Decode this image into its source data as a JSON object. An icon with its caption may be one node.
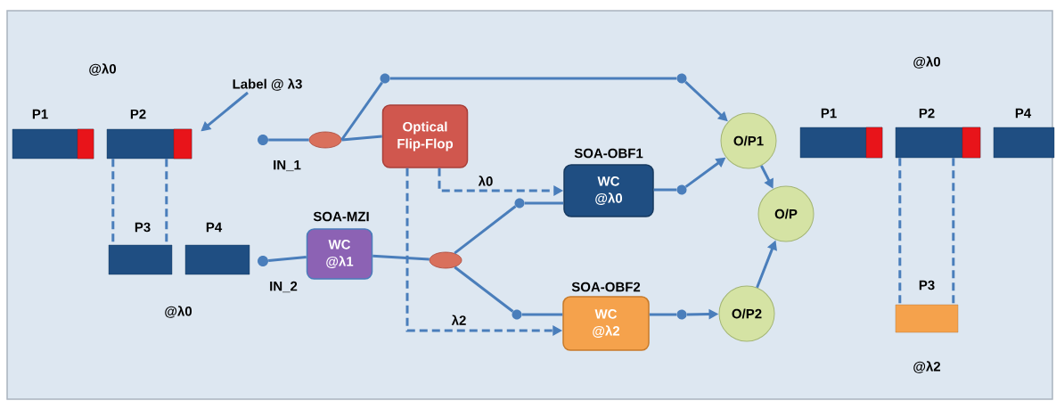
{
  "diagram": {
    "nodes": [
      {
        "text": [
          "P1"
        ]
      },
      {
        "text": [
          "P2"
        ]
      },
      {
        "text": [
          "P3"
        ]
      },
      {
        "text": [
          "P4"
        ]
      },
      {
        "text": [
          "Label @ λ3"
        ]
      },
      {
        "text": [],
        "shape": "circle",
        "beside": [
          "IN_1"
        ]
      },
      {
        "text": [],
        "shape": "ellipse"
      },
      {
        "text": [],
        "shape": "circle"
      },
      {
        "text": [
          "Optical Flip-Flop"
        ]
      },
      {
        "text": [],
        "shape": "circle",
        "beside": [
          "IN_2"
        ]
      },
      {
        "text": [
          "SOA-MZI",
          "WC @λ1"
        ]
      },
      {
        "text": [],
        "shape": "ellipse"
      },
      {
        "text": [],
        "shape": "circle"
      },
      {
        "text": [],
        "shape": "circle"
      },
      {
        "text": [
          "SOA-OBF1",
          "WC @λ0"
        ]
      },
      {
        "text": [
          "SOA-OBF2",
          "WC @λ2"
        ]
      },
      {
        "text": [],
        "shape": "circle"
      },
      {
        "text": [],
        "shape": "circle"
      },
      {
        "text": [],
        "shape": "circle"
      },
      {
        "text": [
          "O/P1"
        ]
      },
      {
        "text": [
          "O/P"
        ]
      },
      {
        "text": [
          "O/P2"
        ]
      },
      {
        "text": [
          "P1"
        ]
      },
      {
        "text": [
          "P2"
        ]
      },
      {
        "text": [
          "P4"
        ]
      },
      {
        "text": [
          "P3"
        ]
      }
    ],
    "edges": [
      {
        "from": 4,
        "to": 1,
        "arrow": "to"
      },
      {
        "from": 5,
        "to": 6,
        "arrow": "none"
      },
      {
        "from": 6,
        "to": 7,
        "arrow": "none"
      },
      {
        "from": 6,
        "to": 8,
        "arrow": "none"
      },
      {
        "from": 7,
        "to": 16,
        "arrow": "none"
      },
      {
        "from": 16,
        "to": 19,
        "arrow": "to"
      },
      {
        "from": 8,
        "to": 14,
        "arrow": "to",
        "style": "dashed",
        "label": "λ0"
      },
      {
        "from": 8,
        "to": 15,
        "arrow": "to",
        "style": "dashed",
        "label": "λ2"
      },
      {
        "from": 9,
        "to": 10,
        "arrow": "none"
      },
      {
        "from": 10,
        "to": 11,
        "arrow": "none"
      },
      {
        "from": 11,
        "to": 12,
        "arrow": "none"
      },
      {
        "from": 11,
        "to": 13,
        "arrow": "none"
      },
      {
        "from": 12,
        "to": 14,
        "arrow": "none"
      },
      {
        "from": 13,
        "to": 15,
        "arrow": "none"
      },
      {
        "from": 14,
        "to": 17,
        "arrow": "none"
      },
      {
        "from": 17,
        "to": 19,
        "arrow": "to"
      },
      {
        "from": 15,
        "to": 18,
        "arrow": "none"
      },
      {
        "from": 18,
        "to": 21,
        "arrow": "to"
      },
      {
        "from": 19,
        "to": 20,
        "arrow": "to"
      },
      {
        "from": 21,
        "to": 20,
        "arrow": "to"
      },
      {
        "from": 1,
        "to": 2,
        "arrow": "none",
        "style": "dashed"
      },
      {
        "from": 1,
        "to": 2,
        "arrow": "none",
        "style": "dashed"
      },
      {
        "from": 23,
        "to": 25,
        "arrow": "none",
        "style": "dashed"
      },
      {
        "from": 23,
        "to": 25,
        "arrow": "none",
        "style": "dashed"
      }
    ],
    "labels": [
      "@λ0",
      "@λ0",
      "@λ0",
      "@λ2"
    ]
  }
}
